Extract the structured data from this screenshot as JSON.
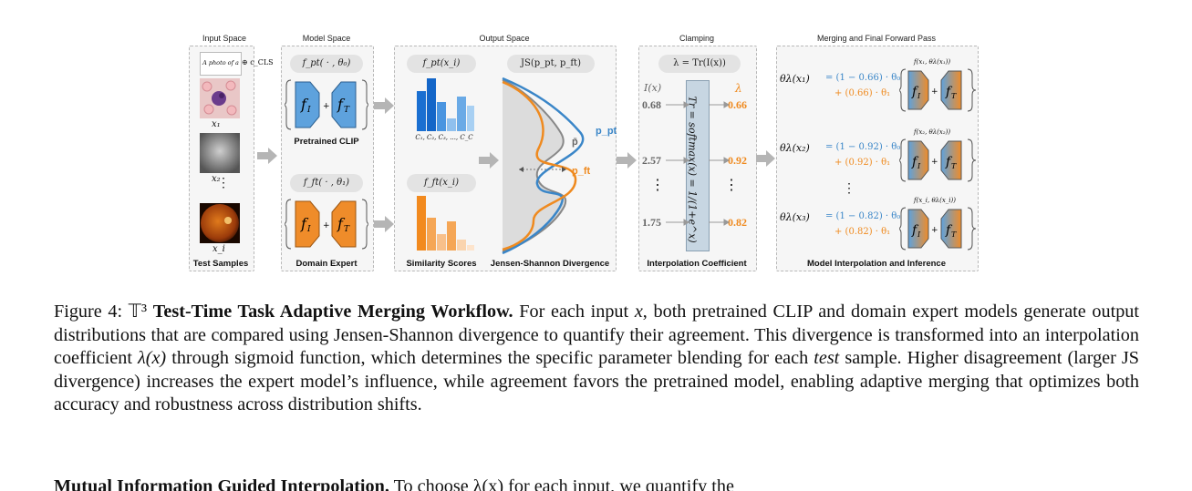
{
  "figure": {
    "input_space": {
      "title": "Input Space",
      "prompt_text": "A photo of a",
      "prompt_suffix": "⊕ c_CLS",
      "sample_labels": [
        "x₁",
        "x₂",
        "x_i"
      ],
      "footer": "Test Samples"
    },
    "model_space": {
      "title": "Model Space",
      "pretrained_param": "f_pt( · , θ₀)",
      "finetuned_param": "f_ft( · , θ₁)",
      "block_labels": [
        "f_I",
        "+",
        "f_T"
      ],
      "pretrained_label": "Pretrained CLIP",
      "expert_label": "Domain Expert"
    },
    "output_space": {
      "title": "Output Space",
      "pt_output": "f_pt(x_i)",
      "ft_output": "f_ft(x_i)",
      "class_axis": "C₁, C₂, C₃, ..., C_C",
      "js_label": "JS(p_pt, p_ft)",
      "p_pt": "p_pt",
      "p_ft": "p_ft",
      "p_bar": "p̄",
      "footer_left": "Similarity Scores",
      "footer_right": "Jensen-Shannon Divergence"
    },
    "clamping": {
      "title": "Clamping",
      "formula": "λ = Tr(I(x))",
      "input_header": "I(x)",
      "output_header": "λ",
      "inputs": [
        "0.68",
        "2.57",
        "1.75"
      ],
      "outputs": [
        "0.66",
        "0.92",
        "0.82"
      ],
      "bar_text": "Tr = softmax(x) = 1/(1+e^x)",
      "footer": "Interpolation Coefficient"
    },
    "merging": {
      "title": "Merging and Final Forward Pass",
      "rows": [
        {
          "lhs": "θλ(x₁)",
          "line1": "= (1 − 0.66) · θ₀",
          "line2": "+ (0.66) · θ₁",
          "fn": "f(x₁, θλ(x₁))",
          "coef": "0.66"
        },
        {
          "lhs": "θλ(x₂)",
          "line1": "= (1 − 0.92) · θ₀",
          "line2": "+ (0.92) · θ₁",
          "fn": "f(x₂, θλ(x₂))",
          "coef": "0.92"
        },
        {
          "lhs": "θλ(x₃)",
          "line1": "= (1 − 0.82) · θ₀",
          "line2": "+ (0.82) · θ₁",
          "fn": "f(x_i, θλ(x_i))",
          "coef": "0.82"
        }
      ],
      "footer": "Model Interpolation and Inference"
    },
    "colors": {
      "blue": "#3a86c8",
      "orange": "#ef8a1f",
      "gray_arrow": "#b5b5b5"
    }
  },
  "caption": {
    "label": "Figure 4:",
    "symbol": "𝕋³",
    "title": "Test-Time Task Adaptive Merging Workflow.",
    "body_1": "For each input",
    "var_x": "x",
    "body_2": ", both pretrained CLIP and domain expert models generate output distributions that are compared using Jensen-Shannon divergence to quantify their agreement. This divergence is transformed into an interpolation coefficient",
    "lambda_x": "λ(x)",
    "body_3": "through sigmoid function, which determines the specific parameter blending for each",
    "test_word": "test",
    "body_4": "sample. Higher disagreement (larger JS divergence) increases the expert model’s influence, while agreement favors the pretrained model, enabling adaptive merging that optimizes both accuracy and robustness across distribution shifts."
  },
  "next_paragraph": {
    "heading": "Mutual Information Guided Interpolation.",
    "text": "To choose λ(x) for each input, we quantify the"
  }
}
